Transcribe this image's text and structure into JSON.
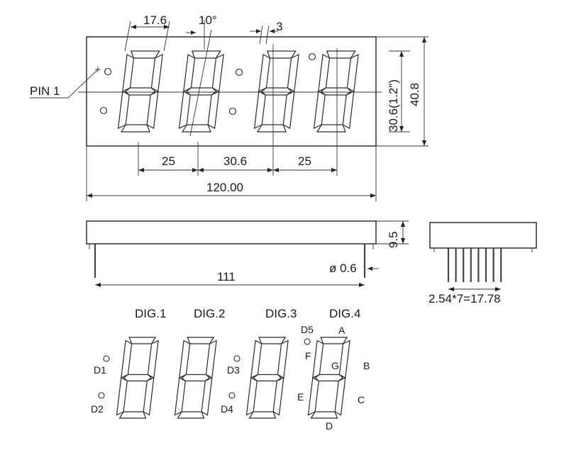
{
  "dimensions": {
    "segment_width": "17.6",
    "tilt": "10°",
    "offset": "3",
    "pin1": "PIN 1",
    "char_height": "30.6(1.2\")",
    "total_height": "40.8",
    "pitch_left": "25",
    "pitch_mid": "30.6",
    "pitch_right": "25",
    "total_width": "120.00",
    "thickness": "9.5",
    "pin_diameter": "ø 0.6",
    "pin_span": "111",
    "pin_pitch": "2.54*7=17.78"
  },
  "digit_labels": [
    "DIG.1",
    "DIG.2",
    "DIG.3",
    "DIG.4"
  ],
  "segment_labels": {
    "a": "A",
    "b": "B",
    "c": "C",
    "d": "D",
    "e": "E",
    "f": "F",
    "g": "G",
    "d1": "D1",
    "d2": "D2",
    "d3": "D3",
    "d4": "D4",
    "d5": "D5"
  }
}
